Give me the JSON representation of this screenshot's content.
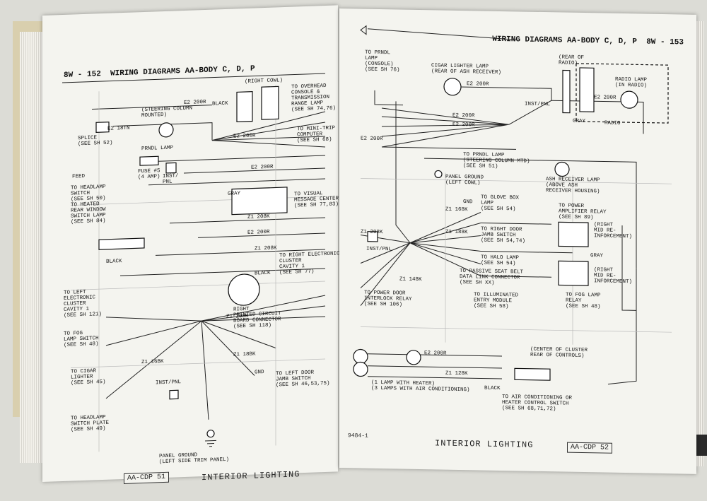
{
  "left_page": {
    "page_no": "8W - 152",
    "header": "WIRING DIAGRAMS AA-BODY C, D, P",
    "footer_code": "AA-CDP 51",
    "footer_title": "INTERIOR LIGHTING",
    "labels": {
      "right_cowl": "(RIGHT COWL)",
      "steering_column": "(STEERING COLUMN\nMOUNTED)",
      "black1": "BLACK",
      "overhead": "TO OVERHEAD\nCONSOLE &\nTRANSMISSION\nRANGE LAMP\n(SEE SH 74,76)",
      "splice": "SPLICE\n(SEE SH 52)",
      "pndl_lamp": "PRNDL LAMP",
      "fuse": "FUSE #5\n(4 AMP)",
      "inst_pnl": "INST/\nPNL",
      "feed": "FEED",
      "mini_trip": "TO MINI-TRIP\nCOMPUTER\n(SEE SH 68)",
      "headlamp": "TO HEADLAMP\nSWITCH\n(SEE SH 50)\nTO HEATED\nREAR WINDOW\nSWITCH LAMP\n(SEE SH 84)",
      "gray": "GRAY",
      "visual_msg": "TO VISUAL\nMESSAGE CENTER\n(SEE SH 77,83)",
      "black2": "BLACK",
      "right_elec": "TO RIGHT ELECTRONIC\nCLUSTER\nCAVITY 1\n(SEE SH 77)",
      "left_elec": "TO LEFT\nELECTRONIC\nCLUSTER\nCAVITY 1\n(SEE SH 121)",
      "black3": "BLACK",
      "pcb": "RIGHT\nPRINTED CIRCUIT\nBOARD CONNECTOR\n(SEE SH 118)",
      "fog_sw": "TO FOG\nLAMP SWITCH\n(SEE SH 48)",
      "cigar": "TO CIGAR\nLIGHTER\n(SEE SH 45)",
      "inst_pnl2": "INST/PNL",
      "left_door": "TO LEFT DOOR\nJAMB SWITCH\n(SEE SH 46,53,75)",
      "headlamp_plate": "TO HEADLAMP\nSWITCH PLATE\n(SEE SH 49)",
      "panel_ground": "PANEL GROUND\n(LEFT SIDE TRIM PANEL)",
      "gnd": "GND"
    },
    "wires": [
      "E2 200R",
      "Z1 208K",
      "Z1 18BK",
      "Z1 16BK",
      "Z1 14BK",
      "E2 18TN"
    ]
  },
  "right_page": {
    "page_no": "8W - 153",
    "header": "WIRING DIAGRAMS AA-BODY C, D, P",
    "footer_left": "9484-1",
    "footer_title": "INTERIOR LIGHTING",
    "footer_code": "AA-CDP 52",
    "labels": {
      "prndl": "TO PRNDL\nLAMP\n(CONSOLE)\n(SEE SH 76)",
      "cigar_lamp": "CIGAR LIGHTER LAMP\n(REAR OF ASH RECEIVER)",
      "rear_radio": "(REAR OF\nRADIO)",
      "radio_lamp": "RADIO LAMP\n(IN RADIO)",
      "inst_pnl": "INST/PNL",
      "gray": "GRAY",
      "radio": "RADIO",
      "prndl_col": "TO PRNDL LAMP\n(STEERING COLUMN MTD)\n(SEE SH 51)",
      "panel_ground": "PANEL GROUND\n(LEFT COWL)",
      "ash_lamp": "ASH RECEIVER LAMP\n(ABOVE ASH\nRECEIVER HOUSING)",
      "glove": "TO GLOVE BOX\nLAMP\n(SEE SH 54)",
      "power_amp": "TO POWER\nAMPLIFIER RELAY\n(SEE SH 89)",
      "right_mid1": "(RIGHT\nMID RE-\nINFORCEMENT)",
      "right_door": "TO RIGHT DOOR\nJAMB SWITCH\n(SEE SH 54,74)",
      "inst_pnl2": "INST/PNL",
      "halo": "TO HALO LAMP\n(SEE SH 54)",
      "gray2": "GRAY",
      "passive": "TO PASSIVE SEAT BELT\nDATA LINK CONNECTOR\n(SEE SH XX)",
      "right_mid2": "(RIGHT\nMID RE-\nINFORCEMENT)",
      "illum": "TO ILLUMINATED\nENTRY MODULE\n(SEE SH 58)",
      "power_door": "TO POWER DOOR\nINTERLOCK RELAY\n(SEE SH 106)",
      "fog_relay": "TO FOG LAMP\nRELAY\n(SEE SH 48)",
      "center_cluster": "(CENTER OF CLUSTER\nREAR OF CONTROLS)",
      "one_lamp": "(1 LAMP WITH HEATER)\n(3 LAMPS WITH AIR CONDITIONING)",
      "black": "BLACK",
      "ac_control": "TO AIR CONDITIONING OR\nHEATER CONTROL SWITCH\n(SEE SH 68,71,72)",
      "gnd": "GND"
    },
    "wires": [
      "E2 200R",
      "Z1 208K",
      "Z1 168K",
      "Z1 188K",
      "Z1 148K",
      "Z1 128K"
    ]
  }
}
